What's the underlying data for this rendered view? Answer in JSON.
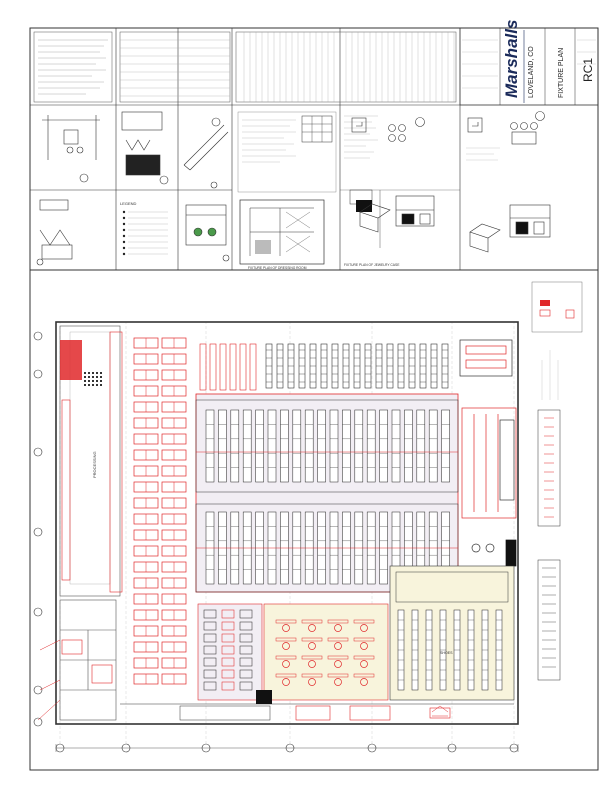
{
  "title_block": {
    "brand": "Marshalls",
    "location": "LOVELAND, CO",
    "sheet_title": "FIXTURE PLAN",
    "sheet_number": "RC1"
  },
  "details": {
    "dressing_room": "FIXTURE PLAN OF DRESSING ROOM",
    "jewelry_case": "FIXTURE PLAN OF JEWELRY CASE",
    "legend": "LEGEND"
  },
  "plan_labels": {
    "processing": "PROCESSING",
    "shoes": "SHOES"
  },
  "colors": {
    "fixture_red": "#e0282a",
    "line_dark": "#333333",
    "shoe_zone": "#f8f4dc",
    "center_zone": "#f2eef4"
  }
}
